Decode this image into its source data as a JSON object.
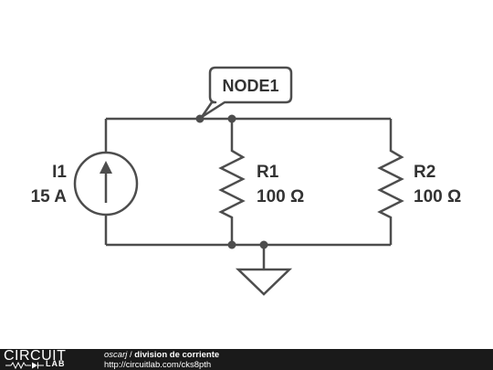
{
  "schematic": {
    "node_label": "NODE1",
    "source": {
      "name": "I1",
      "value": "15 A"
    },
    "resistors": [
      {
        "name": "R1",
        "value": "100 Ω"
      },
      {
        "name": "R2",
        "value": "100 Ω"
      }
    ]
  },
  "footer": {
    "logo_top": "CIRCUIT",
    "logo_bottom": "LAB",
    "author": "oscarj",
    "separator": " / ",
    "title": "division de corriente",
    "url": "http://circuitlab.com/cks8pth"
  }
}
